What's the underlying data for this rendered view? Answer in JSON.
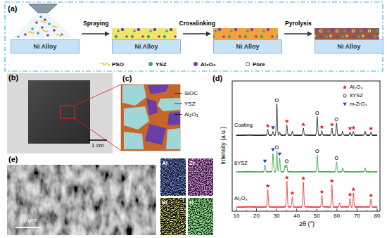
{
  "diagram": {
    "nodes": [
      {
        "text": [
          "Ni Alloy"
        ]
      },
      {
        "text": [
          "Ni Alloy"
        ]
      },
      {
        "text": [
          "Ni Alloy"
        ]
      },
      {
        "text": [
          "Ni Alloy"
        ]
      }
    ],
    "edges": [
      {
        "from": 0,
        "to": 1,
        "arrow": "to",
        "label": "Spraying"
      },
      {
        "from": 1,
        "to": 2,
        "arrow": "to",
        "label": "Crosslinking"
      },
      {
        "from": 2,
        "to": 3,
        "arrow": "to",
        "label": "Pyrolysis"
      }
    ],
    "labels": [
      "(a)",
      "(b)",
      "1 cm",
      "(c)",
      "SiOC",
      "YSZ",
      "Al₂O₃",
      "(d)",
      "Coating",
      "8YSZ",
      "Al₂O₃",
      "10",
      "20",
      "30",
      "40",
      "50",
      "60",
      "70",
      "80",
      "2θ (°)",
      "Intensity (a.u.)",
      "(e)",
      "20 μm",
      "Al",
      "Zr",
      "Si",
      "O"
    ],
    "legend": [
      {
        "text": "PSO"
      },
      {
        "text": "YSZ",
        "color": "#2fa59c"
      },
      {
        "text": "Al₂O₃",
        "color": "#7a3fa6"
      },
      {
        "text": "Pore"
      },
      {
        "text": "Al₂O₃"
      },
      {
        "text": "8YSZ"
      },
      {
        "text": "m-ZrO₂"
      }
    ]
  }
}
